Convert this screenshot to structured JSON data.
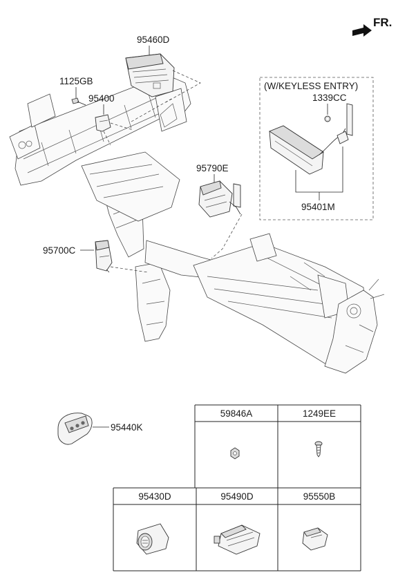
{
  "direction_label": "FR.",
  "option_box_label": "(W/KEYLESS ENTRY)",
  "callouts": {
    "p95460D": "95460D",
    "p1125GB": "1125GB",
    "p95400": "95400",
    "p1339CC": "1339CC",
    "p95790E": "95790E",
    "p95401M": "95401M",
    "p95700C": "95700C",
    "p95440K": "95440K"
  },
  "parts_table": {
    "row1": [
      "59846A",
      "1249EE"
    ],
    "row2": [
      "95430D",
      "95490D",
      "95550B"
    ]
  }
}
